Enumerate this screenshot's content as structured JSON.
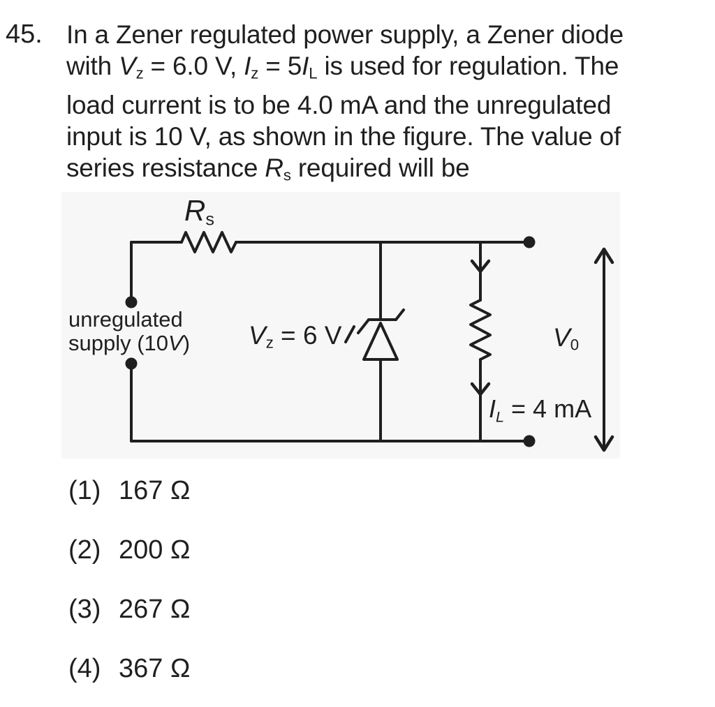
{
  "question": {
    "number": "45.",
    "segments": [
      {
        "t": "In a Zener regulated power supply, a Zener diode"
      },
      {
        "br": true
      },
      {
        "t": "with "
      },
      {
        "t": "V",
        "s": "i"
      },
      {
        "t": "z",
        "s": "sub"
      },
      {
        "t": " = 6.0 V, "
      },
      {
        "t": "I",
        "s": "i"
      },
      {
        "t": "z",
        "s": "sub"
      },
      {
        "t": " = 5"
      },
      {
        "t": "I",
        "s": "i"
      },
      {
        "t": "L",
        "s": "sub"
      },
      {
        "t": " is used for regulation. The"
      },
      {
        "br": true
      },
      {
        "t": "load current is to be 4.0 mA and the unregulated"
      },
      {
        "br": true
      },
      {
        "t": "input is 10 V, as shown in the figure. The value of"
      },
      {
        "br": true
      },
      {
        "t": "series resistance "
      },
      {
        "t": "R",
        "s": "i"
      },
      {
        "t": "s",
        "s": "sub"
      },
      {
        "t": " required will be"
      }
    ]
  },
  "figure": {
    "rs_label": [
      {
        "t": "R",
        "s": "i"
      },
      {
        "t": "s",
        "s": "sub"
      }
    ],
    "supply_label": [
      {
        "t": "unregulated"
      },
      {
        "br": true
      },
      {
        "t": "supply (10"
      },
      {
        "t": "V",
        "s": "i"
      },
      {
        "t": ")"
      }
    ],
    "vz_label": [
      {
        "t": "V",
        "s": "i"
      },
      {
        "t": "z",
        "s": "sub"
      },
      {
        "t": " = 6 V"
      }
    ],
    "v0_label": [
      {
        "t": "V",
        "s": "i"
      },
      {
        "t": "0",
        "s": "sub"
      }
    ],
    "il_label": [
      {
        "t": "I",
        "s": "i"
      },
      {
        "t": "L",
        "s": "isub"
      },
      {
        "t": " = 4 mA"
      }
    ]
  },
  "options": [
    {
      "number": "(1)",
      "value": "167 Ω"
    },
    {
      "number": "(2)",
      "value": "200 Ω"
    },
    {
      "number": "(3)",
      "value": "267 Ω"
    },
    {
      "number": "(4)",
      "value": "367 Ω"
    }
  ],
  "colors": {
    "ink": "#1f1f1f",
    "paper": "#ffffff",
    "figure_bg": "#f7f7f7"
  }
}
